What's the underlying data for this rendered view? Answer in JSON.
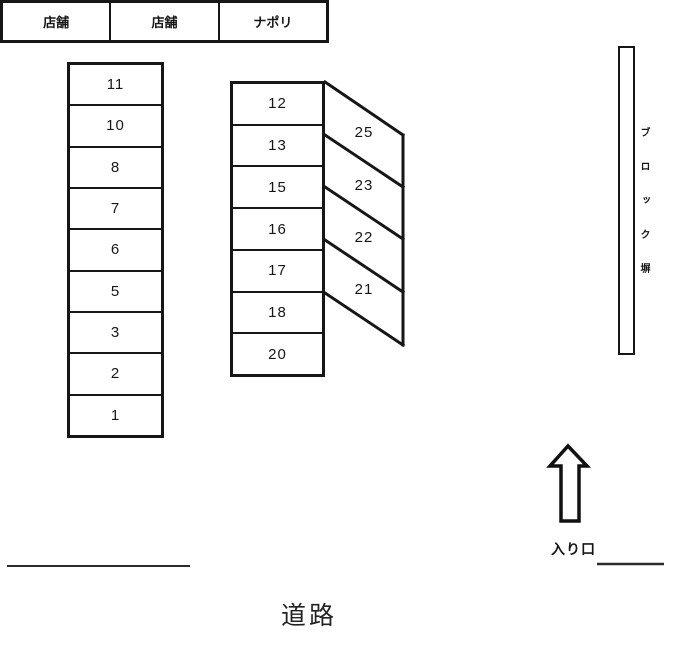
{
  "diagram_title": "parking-lot-layout",
  "colors": {
    "line": "#161616",
    "background": "#ffffff"
  },
  "left_column": {
    "spaces": [
      "11",
      "10",
      "8",
      "7",
      "6",
      "5",
      "3",
      "2",
      "1"
    ]
  },
  "middle_column": {
    "spaces": [
      "12",
      "13",
      "15",
      "16",
      "17",
      "18",
      "20"
    ]
  },
  "angled_column": {
    "spaces": [
      "25",
      "23",
      "22",
      "21"
    ]
  },
  "block_wall": {
    "label": "ブロック塀"
  },
  "shop_row": {
    "units": [
      "店舗",
      "店舗",
      "ナポリ"
    ]
  },
  "entrance": {
    "label": "入り口"
  },
  "road": {
    "label": "道路"
  }
}
